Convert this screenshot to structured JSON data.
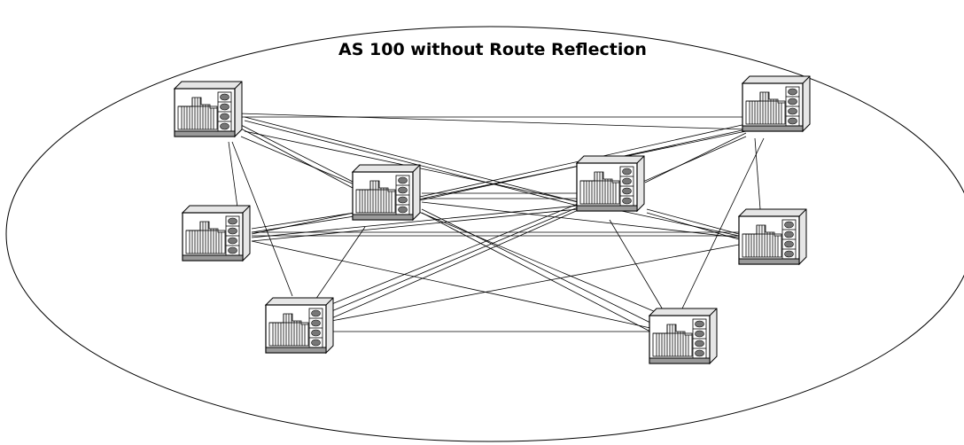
{
  "diagram": {
    "title": "AS 100 without Route Reflection",
    "boundary_icon": "autonomous-system-ellipse",
    "router_icon": "router-chassis-icon",
    "colors": {
      "line": "#000000",
      "router_face": "#ffffff",
      "router_base": "#9a9a9a",
      "router_side": "#d8d8d8"
    }
  },
  "routers": [
    {
      "id": "r1"
    },
    {
      "id": "r2"
    },
    {
      "id": "r3"
    },
    {
      "id": "r4"
    },
    {
      "id": "r5"
    },
    {
      "id": "r6"
    },
    {
      "id": "r7"
    },
    {
      "id": "r8"
    }
  ]
}
